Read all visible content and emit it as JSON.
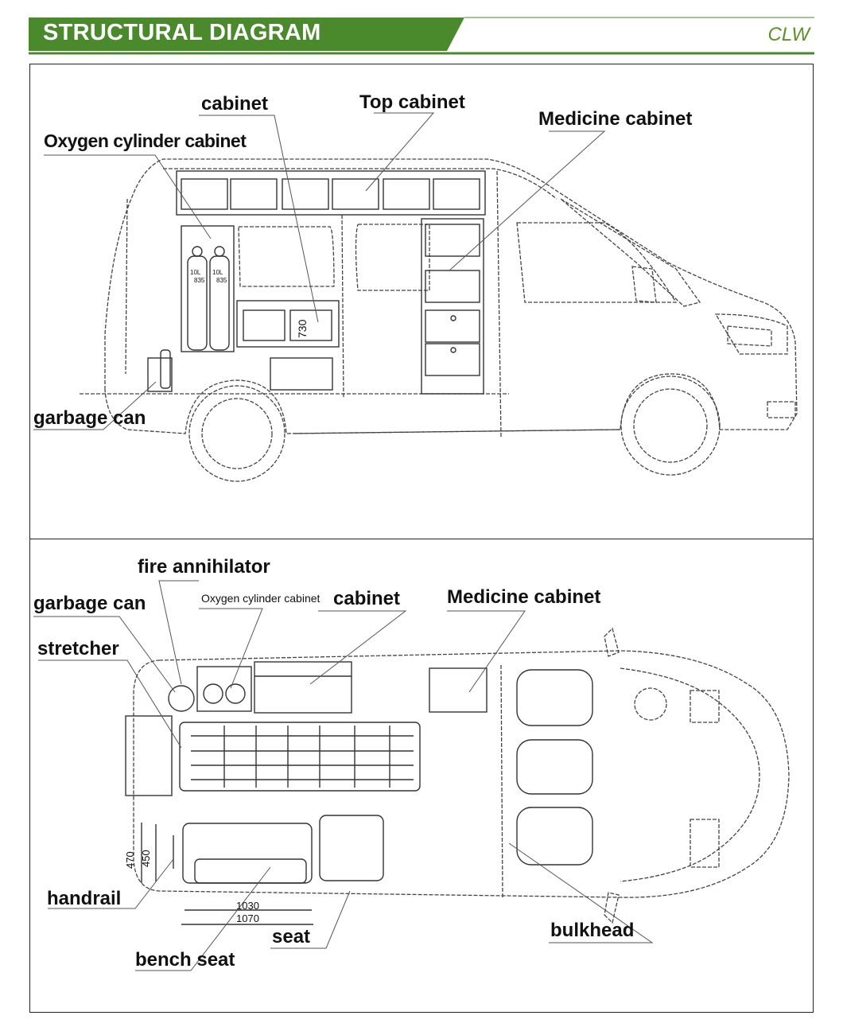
{
  "header": {
    "title": "STRUCTURAL DIAGRAM",
    "brand": "CLW",
    "bar_color": "#4a8a2c",
    "brand_color": "#5f8f2b"
  },
  "side_view": {
    "labels": {
      "cabinet": "cabinet",
      "top_cabinet": "Top cabinet",
      "medicine_cabinet": "Medicine cabinet",
      "oxygen_cabinet": "Oxygen cylinder cabinet",
      "garbage_can": "garbage can"
    },
    "dimension": "730",
    "cylinder_labels": [
      "10L",
      "10L"
    ],
    "cylinder_codes": [
      "835",
      "835"
    ]
  },
  "top_view": {
    "labels": {
      "fire_annihilator": "fire annihilator",
      "garbage_can": "garbage can",
      "oxygen_cabinet": "Oxygen cylinder cabinet",
      "cabinet": "cabinet",
      "medicine_cabinet": "Medicine cabinet",
      "stretcher": "stretcher",
      "handrail": "handrail",
      "seat": "seat",
      "bench_seat": "bench seat",
      "bulkhead": "bulkhead"
    },
    "dimensions": {
      "length_inner": "1030",
      "length_outer": "1070",
      "width_inner": "450",
      "width_outer": "470"
    }
  }
}
